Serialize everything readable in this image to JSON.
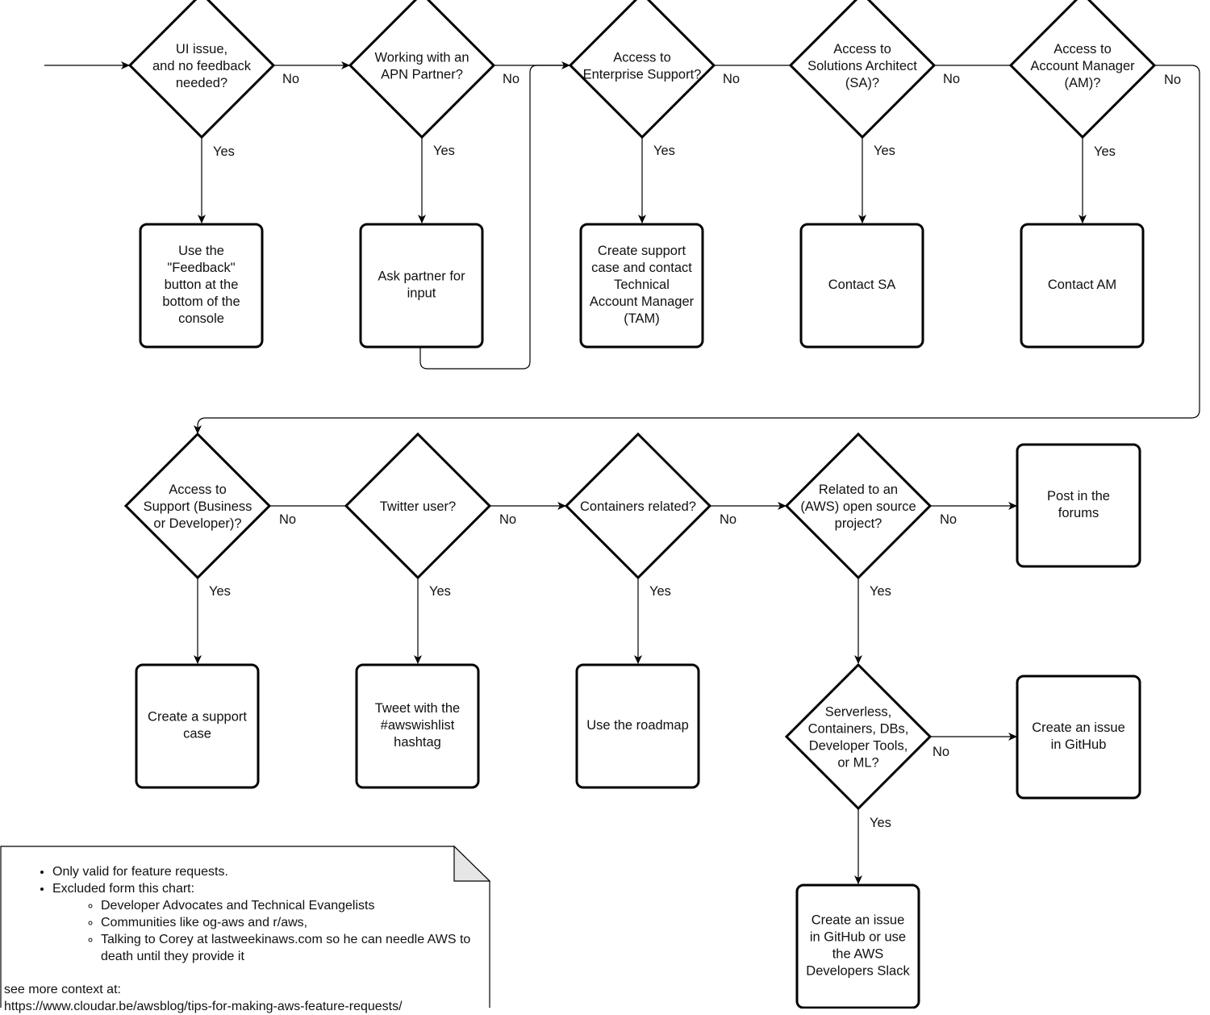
{
  "decisions": [
    {
      "id": "d_ui",
      "lines": [
        "UI issue,",
        "and no feedback",
        "needed?"
      ]
    },
    {
      "id": "d_apn",
      "lines": [
        "Working with an",
        "APN Partner?"
      ]
    },
    {
      "id": "d_ent",
      "lines": [
        "Access to",
        "Enterprise Support?"
      ]
    },
    {
      "id": "d_sa",
      "lines": [
        "Access to",
        "Solutions Architect",
        "(SA)?"
      ]
    },
    {
      "id": "d_am",
      "lines": [
        "Access to",
        "Account Manager",
        "(AM)?"
      ]
    },
    {
      "id": "d_sup",
      "lines": [
        "Access to",
        "Support (Business",
        "or Developer)?"
      ]
    },
    {
      "id": "d_tw",
      "lines": [
        "Twitter user?"
      ]
    },
    {
      "id": "d_cont",
      "lines": [
        "Containers related?"
      ]
    },
    {
      "id": "d_oss",
      "lines": [
        "Related to an",
        "(AWS) open source",
        "project?"
      ]
    },
    {
      "id": "d_svc",
      "lines": [
        "Serverless,",
        "Containers, DBs,",
        "Developer Tools,",
        "or ML?"
      ]
    }
  ],
  "actions": [
    {
      "id": "a_feedback",
      "lines": [
        "Use the",
        "\"Feedback\"",
        "button at the",
        "bottom of the",
        "console"
      ]
    },
    {
      "id": "a_partner",
      "lines": [
        "Ask partner for",
        "input"
      ]
    },
    {
      "id": "a_tam",
      "lines": [
        "Create support",
        "case and contact",
        "Technical",
        "Account Manager",
        "(TAM)"
      ]
    },
    {
      "id": "a_sa",
      "lines": [
        "Contact SA"
      ]
    },
    {
      "id": "a_am",
      "lines": [
        "Contact AM"
      ]
    },
    {
      "id": "a_forums",
      "lines": [
        "Post in the",
        "forums"
      ]
    },
    {
      "id": "a_case",
      "lines": [
        "Create a support",
        "case"
      ]
    },
    {
      "id": "a_tweet",
      "lines": [
        "Tweet with the",
        "#awswishlist",
        "hashtag"
      ]
    },
    {
      "id": "a_roadmap",
      "lines": [
        "Use the roadmap"
      ]
    },
    {
      "id": "a_gh",
      "lines": [
        "Create an issue",
        "in GitHub"
      ]
    },
    {
      "id": "a_slack",
      "lines": [
        "Create an issue",
        "in GitHub or use",
        "the AWS",
        "Developers Slack"
      ]
    }
  ],
  "edge_labels": {
    "yes": "Yes",
    "no": "No"
  },
  "note": {
    "bullets": [
      "Only valid for feature requests.",
      "Excluded form this chart:"
    ],
    "sub_bullets": [
      "Developer Advocates and Technical Evangelists",
      "Communities like og-aws and r/aws,",
      "Talking to Corey at lastweekinaws.com so he can needle AWS to death until they provide it"
    ],
    "context_label": "see more context at:",
    "context_url": "https://www.cloudar.be/awsblog/tips-for-making-aws-feature-requests/"
  }
}
